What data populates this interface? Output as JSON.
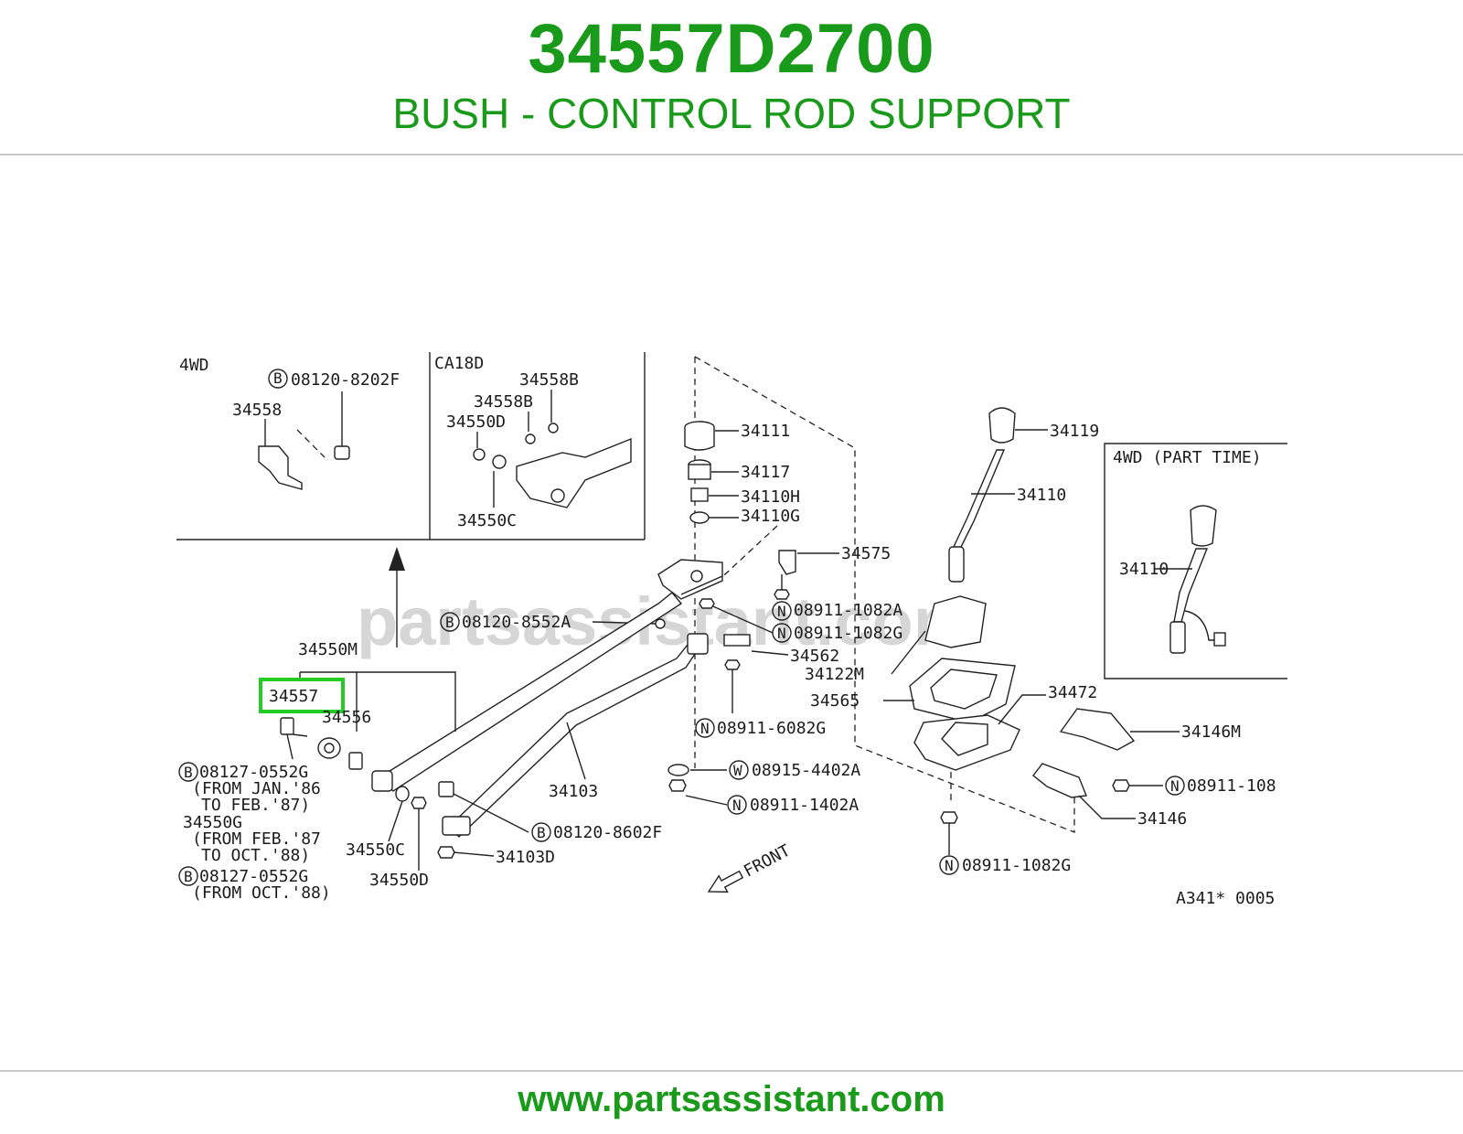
{
  "header": {
    "part_number": "34557D2700",
    "description": "BUSH - CONTROL ROD SUPPORT"
  },
  "footer": {
    "website": "www.partsassistant.com"
  },
  "watermark": "partsassistant.com",
  "colors": {
    "brand_green": "#1a9a1a",
    "highlight_green": "#22cc22",
    "rule_gray": "#c8c8c8"
  },
  "diagram": {
    "inset_4wd": {
      "title": "4WD",
      "labels": {
        "bolt": "08120-8202F",
        "bracket": "34558"
      }
    },
    "inset_ca18d": {
      "title": "CA18D",
      "labels": {
        "b1": "34558B",
        "b2": "34558B",
        "d": "34550D",
        "c": "34550C"
      }
    },
    "inset_4wd_part_time": {
      "title": "4WD (PART TIME)",
      "labels": {
        "lever": "34110"
      }
    },
    "highlighted_part": "34557",
    "labels": {
      "p34111": "34111",
      "p34117": "34117",
      "p34110H": "34110H",
      "p34110G": "34110G",
      "p34575": "34575",
      "n1082A": "08911-1082A",
      "n1082G": "08911-1082G",
      "p34562": "34562",
      "b8552A": "08120-8552A",
      "p34550M": "34550M",
      "p34556": "34556",
      "b0552G1": "08127-0552G",
      "from_jan86": "(FROM JAN.'86",
      "to_feb87": "TO FEB.'87)",
      "p34550G": "34550G",
      "from_feb87": "(FROM FEB.'87",
      "to_oct88": "TO OCT.'88)",
      "b0552G2": "08127-0552G",
      "from_oct88": "(FROM OCT.'88)",
      "p34550C": "34550C",
      "p34550D": "34550D",
      "p34103": "34103",
      "p34103D": "34103D",
      "b8602F": "08120-8602F",
      "n6082G": "08911-6082G",
      "w4402A": "08915-4402A",
      "n1402A": "08911-1402A",
      "front": "FRONT",
      "p34119": "34119",
      "p34110": "34110",
      "p34122M": "34122M",
      "p34565": "34565",
      "p34472": "34472",
      "p34146M": "34146M",
      "n108": "08911-108",
      "p34146": "34146",
      "n1082G_bottom": "08911-1082G",
      "ref_code": "A341* 0005"
    }
  }
}
